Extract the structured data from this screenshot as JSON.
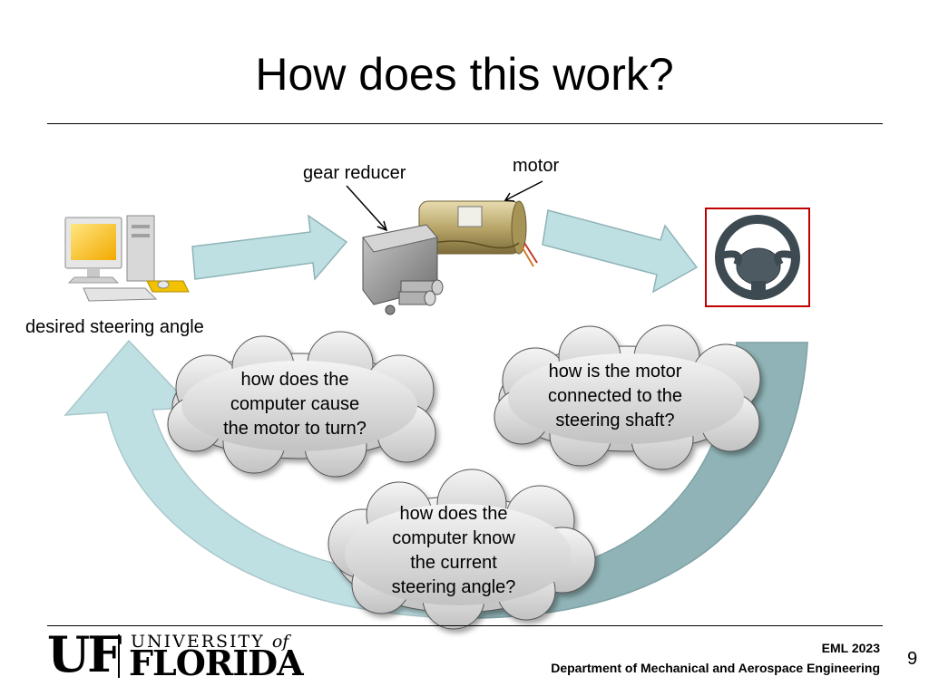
{
  "slide": {
    "title": "How does this work?",
    "page_number": "9"
  },
  "diagram": {
    "labels": {
      "computer": "desired steering angle",
      "gear_reducer": "gear reducer",
      "motor": "motor"
    },
    "clouds": {
      "left": [
        "how does the",
        "computer  cause",
        "the motor to turn?"
      ],
      "right": [
        "how is the motor",
        "connected to the",
        "steering shaft?"
      ],
      "bottom": [
        "how does the",
        "computer know",
        "the current",
        "steering angle?"
      ]
    },
    "colors": {
      "arrow_fill": "#bfe0e3",
      "arrow_dark": "#8fb3b6",
      "cloud_fill": "#d9d9d9",
      "frame_red": "#c00000"
    }
  },
  "footer": {
    "logo_uf": "UF",
    "logo_university": "UNIVERSITY",
    "logo_of": "of",
    "logo_florida": "FLORIDA",
    "course": "EML 2023",
    "department": "Department of Mechanical and Aerospace Engineering"
  }
}
